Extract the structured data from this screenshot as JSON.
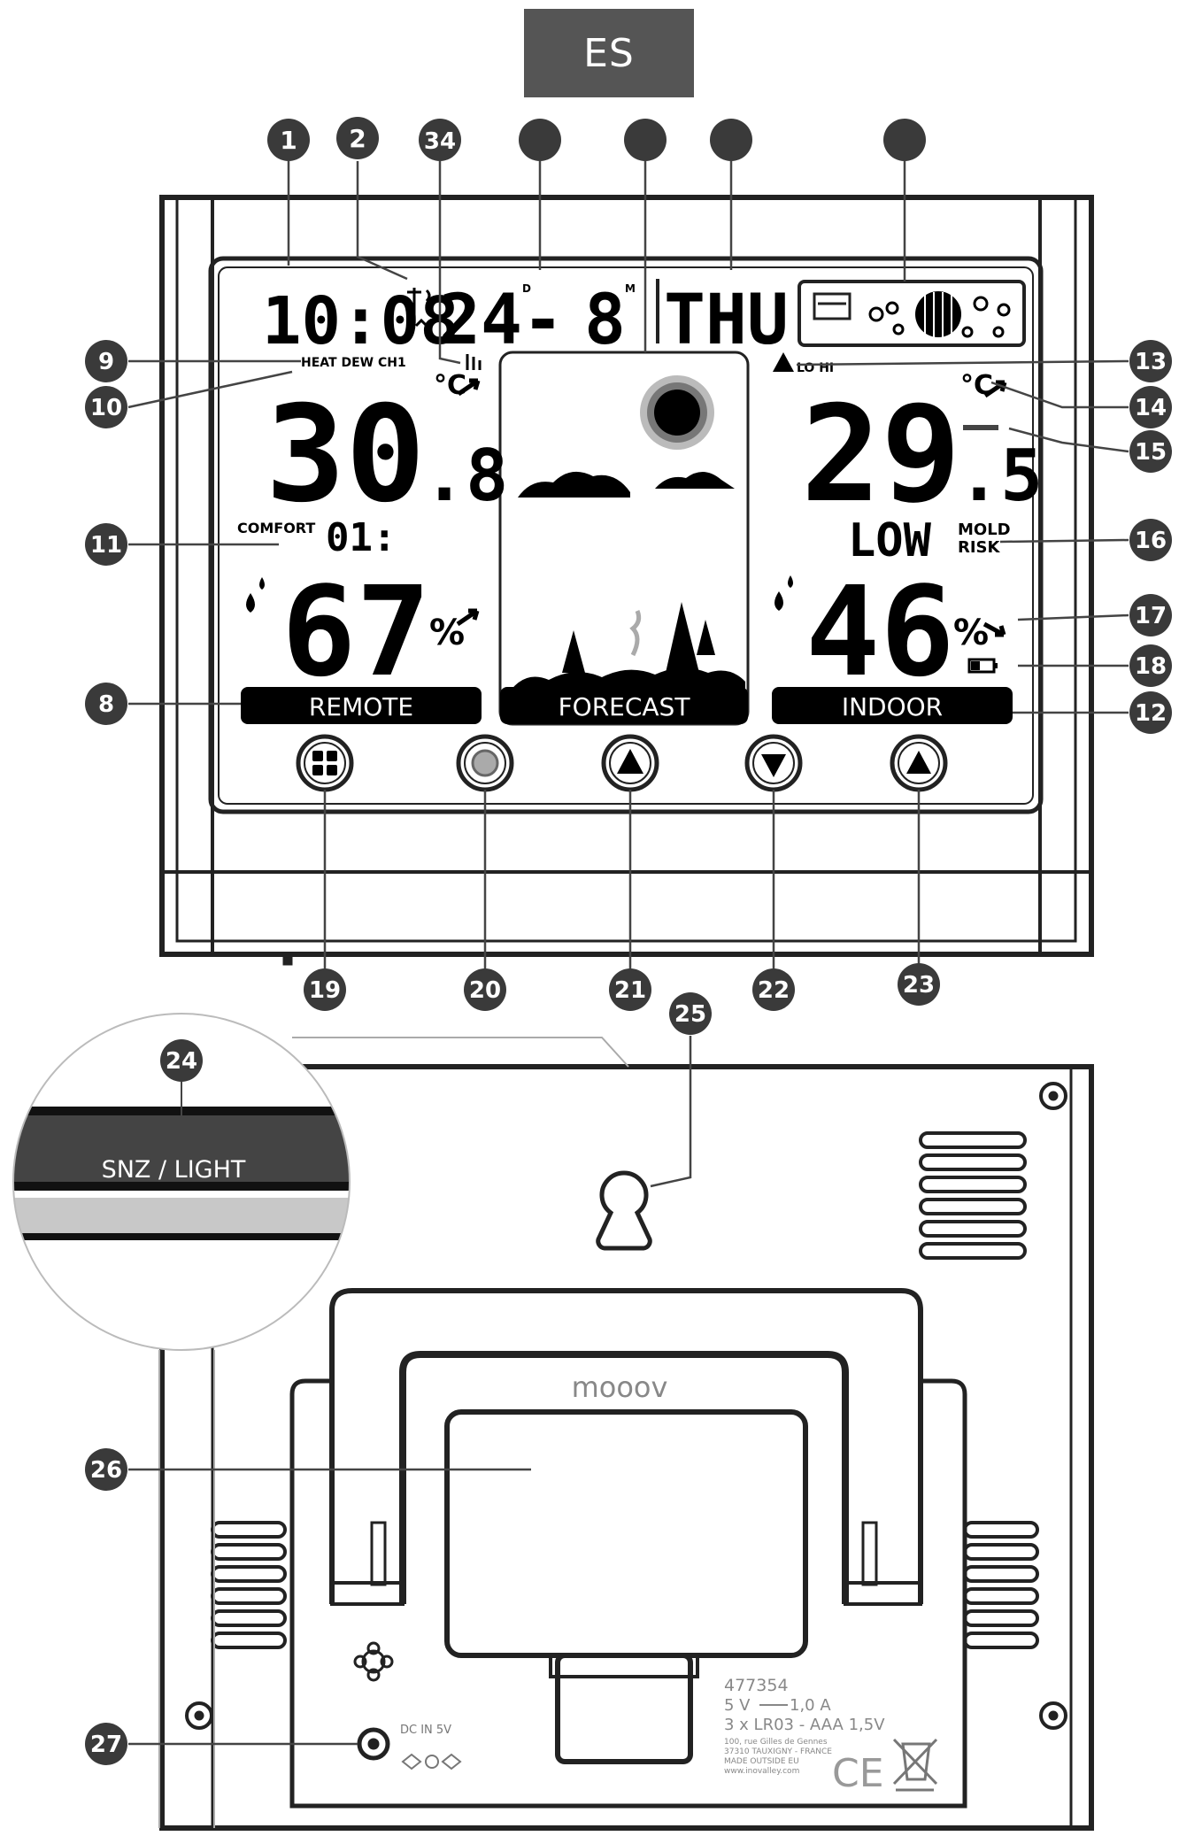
{
  "language_tab": "ES",
  "front": {
    "clock": "10:08",
    "date_day": "24-",
    "date_month": "8",
    "day_marker": "D",
    "month_marker": "M",
    "weekday": "THU",
    "left_flags": "HEAT DEW CH1",
    "remote_temp_main": "30",
    "remote_temp_decimal": ".8",
    "temp_unit": "°C",
    "comfort_label": "COMFORT",
    "comfort_value": "01:",
    "remote_humidity": "67",
    "percent": "%",
    "remote_label": "REMOTE",
    "forecast_label": "FORECAST",
    "indoor_label": "INDOOR",
    "alert_flags": "LO HI",
    "indoor_temp_main": "29",
    "indoor_temp_decimal": ".5",
    "mold_level": "LOW",
    "mold_label_1": "MOLD",
    "mold_label_2": "RISK",
    "indoor_humidity": "46"
  },
  "callouts_top": [
    "1",
    "2",
    "34"
  ],
  "callouts_left": [
    "9",
    "10",
    "11",
    "8"
  ],
  "callouts_right": [
    "13",
    "14",
    "15",
    "16",
    "17",
    "18",
    "12"
  ],
  "callouts_buttons": [
    "19",
    "20",
    "21",
    "22",
    "23"
  ],
  "callouts_back": [
    "24",
    "25",
    "26",
    "27"
  ],
  "back": {
    "zoom_label": "SNZ / LIGHT",
    "brand": "mooov",
    "model": "477354",
    "power_spec": "5 V",
    "power_current": "1,0 A",
    "battery_spec": "3 x LR03 - AAA 1,5V",
    "address_1": "100, rue Gilles de Gennes",
    "address_2": "37310 TAUXIGNY - FRANCE",
    "origin": "MADE OUTSIDE EU",
    "website": "www.inovalley.com",
    "ce_mark": "CE",
    "dc_label": "DC IN 5V"
  }
}
